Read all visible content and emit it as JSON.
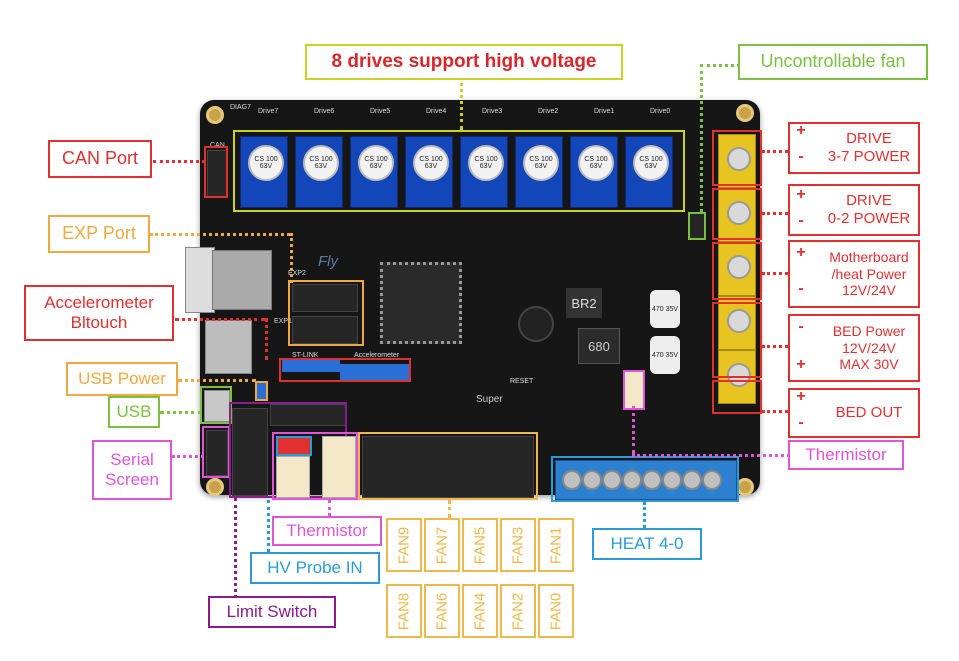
{
  "title": "8 drives support high voltage",
  "callouts": {
    "can_port": "CAN Port",
    "exp_port": "EXP Port",
    "accelerometer": "Accelerometer",
    "bltouch": "Bltouch",
    "usb_power": "USB Power",
    "usb": "USB",
    "serial": "Serial",
    "screen": "Screen",
    "thermistor_left": "Thermistor",
    "hv_probe": "HV Probe IN",
    "limit_switch": "Limit Switch",
    "uncontrollable_fan": "Uncontrollable fan",
    "drive_37_a": "DRIVE",
    "drive_37_b": "3-7 POWER",
    "drive_02_a": "DRIVE",
    "drive_02_b": "0-2 POWER",
    "mb_a": "Motherboard",
    "mb_b": "/heat Power",
    "mb_c": "12V/24V",
    "bed_a": "BED Power",
    "bed_b": "12V/24V",
    "bed_c": "MAX 30V",
    "bed_out": "BED OUT",
    "thermistor_right": "Thermistor",
    "heat": "HEAT 4-0"
  },
  "signs": [
    "+",
    "-",
    "+",
    "-",
    "+",
    "-",
    "-",
    "+",
    "+",
    "-"
  ],
  "fans_top": [
    "FAN9",
    "FAN7",
    "FAN5",
    "FAN3",
    "FAN1"
  ],
  "fans_bottom": [
    "FAN8",
    "FAN6",
    "FAN4",
    "FAN2",
    "FAN0"
  ],
  "board": {
    "drivers": [
      "Drive7",
      "Drive6",
      "Drive5",
      "Drive4",
      "Drive3",
      "Drive2",
      "Drive1",
      "Drive0"
    ],
    "cap_text": "CS 100 63V",
    "logo": "Fly",
    "exp2": "EXP2",
    "exp1": "EXP1",
    "stlink": "ST-LINK",
    "accel_silk": "Accelerometer",
    "model": "Super",
    "chip_br2": "BR2",
    "inductor": "680",
    "cap_big": "470 35V",
    "cap_big2": "470 35V",
    "reset": "RESET",
    "diag": "DIAG7",
    "can": "CAN"
  },
  "colors": {
    "red": "#e03030",
    "yellow": "#c9d422",
    "green": "#7ac143",
    "orange": "#f0a840",
    "pink": "#e055d6",
    "purple": "#8b1c8b",
    "blue": "#2a9ad8"
  }
}
